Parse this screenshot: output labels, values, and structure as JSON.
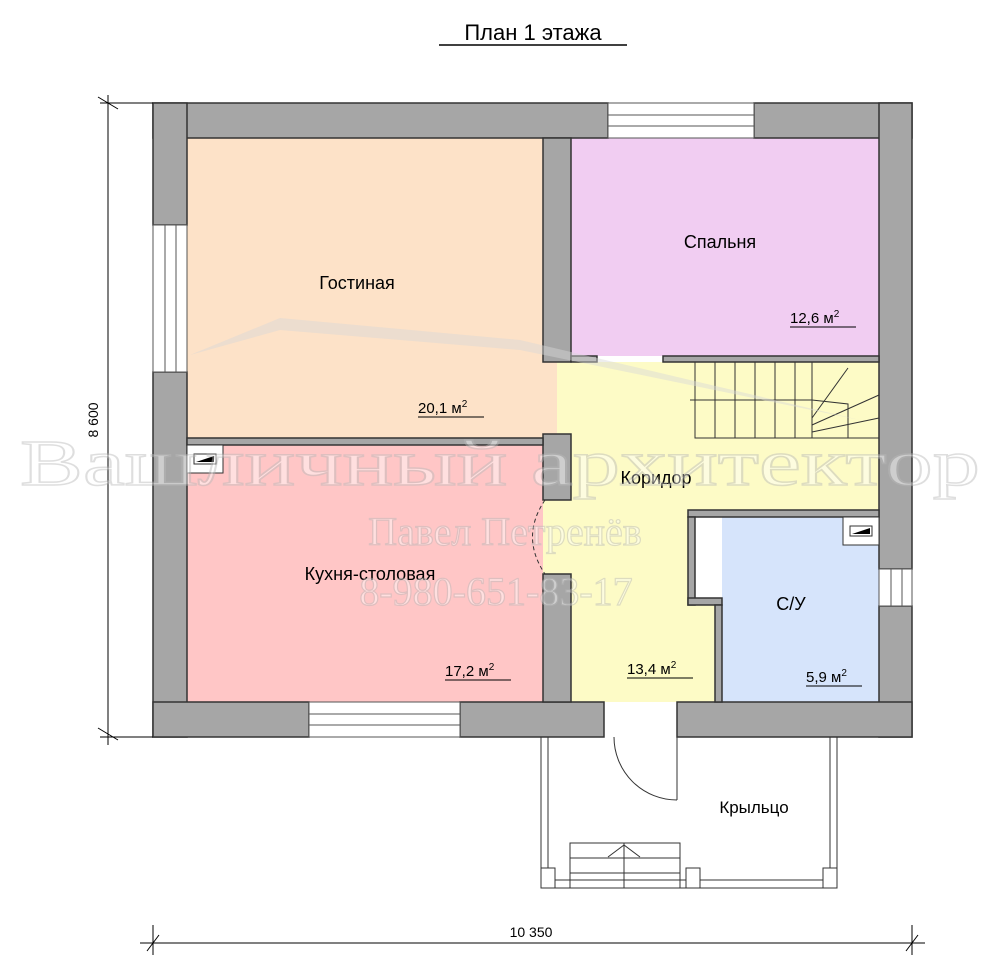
{
  "title": "План 1 этажа",
  "rooms": [
    {
      "name": "Гостиная",
      "area": "20,1 м",
      "color": "#fde2c8"
    },
    {
      "name": "Спальня",
      "area": "12,6 м",
      "color": "#f1cdf2"
    },
    {
      "name": "Кухня-столовая",
      "area": "17,2 м",
      "color": "#ffc6c6"
    },
    {
      "name": "Коридор",
      "area": "13,4 м",
      "color": "#fdfbc6"
    },
    {
      "name": "С/У",
      "area": "5,9 м",
      "color": "#d6e4fb"
    }
  ],
  "area_superscript": "2",
  "porch": {
    "name": "Крыльцо"
  },
  "dimensions": {
    "width": "10 350",
    "height": "8 600"
  },
  "watermark": {
    "line1": "Вашличный архитектор",
    "line2": "Павел Петренёв",
    "line3": "8-980-651-83-17"
  },
  "colors": {
    "wall": "#a6a6a6",
    "wall_stroke": "#333333",
    "line": "#000000"
  }
}
